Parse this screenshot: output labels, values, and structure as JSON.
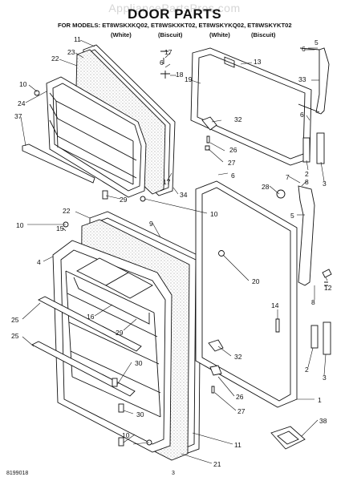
{
  "header": {
    "watermark": "AppliancePartsPros.com",
    "title": "DOOR PARTS",
    "models_line": "FOR MODELS: ET8WSKXKQ02, ET8WSKXKT02, ET8WSKYKQ02, ET8WSKYKT02",
    "colors": [
      "(White)",
      "(Biscuit)",
      "(White)",
      "(Biscuit)"
    ]
  },
  "footer": {
    "doc_number": "8199018",
    "page_number": "3"
  },
  "callouts": [
    {
      "id": "c11a",
      "label": "11"
    },
    {
      "id": "c17a",
      "label": "17"
    },
    {
      "id": "c6a",
      "label": "6"
    },
    {
      "id": "c18",
      "label": "18"
    },
    {
      "id": "c13",
      "label": "13"
    },
    {
      "id": "c19",
      "label": "19"
    },
    {
      "id": "c22a",
      "label": "22"
    },
    {
      "id": "c23",
      "label": "23"
    },
    {
      "id": "c10a",
      "label": "10"
    },
    {
      "id": "c24",
      "label": "24"
    },
    {
      "id": "c37",
      "label": "37"
    },
    {
      "id": "c32a",
      "label": "32"
    },
    {
      "id": "c26a",
      "label": "26"
    },
    {
      "id": "c27a",
      "label": "27"
    },
    {
      "id": "c6b",
      "label": "6"
    },
    {
      "id": "c5a",
      "label": "5"
    },
    {
      "id": "c33",
      "label": "33"
    },
    {
      "id": "c6c",
      "label": "6"
    },
    {
      "id": "c2a",
      "label": "2"
    },
    {
      "id": "c3a",
      "label": "3"
    },
    {
      "id": "c17b",
      "label": "17"
    },
    {
      "id": "c6d",
      "label": "6"
    },
    {
      "id": "c29a",
      "label": "29"
    },
    {
      "id": "c10b",
      "label": "10"
    },
    {
      "id": "c34",
      "label": "34"
    },
    {
      "id": "c28",
      "label": "28"
    },
    {
      "id": "c7",
      "label": "7"
    },
    {
      "id": "c8a",
      "label": "8"
    },
    {
      "id": "c5b",
      "label": "5"
    },
    {
      "id": "c22b",
      "label": "22"
    },
    {
      "id": "c9",
      "label": "9"
    },
    {
      "id": "c10c",
      "label": "10"
    },
    {
      "id": "c15",
      "label": "15"
    },
    {
      "id": "c4",
      "label": "4"
    },
    {
      "id": "c20",
      "label": "20"
    },
    {
      "id": "c12",
      "label": "12"
    },
    {
      "id": "c8b",
      "label": "8"
    },
    {
      "id": "c16",
      "label": "16"
    },
    {
      "id": "c14",
      "label": "14"
    },
    {
      "id": "c25a",
      "label": "25"
    },
    {
      "id": "c29b",
      "label": "29"
    },
    {
      "id": "c25b",
      "label": "25"
    },
    {
      "id": "c30a",
      "label": "30"
    },
    {
      "id": "c32b",
      "label": "32"
    },
    {
      "id": "c2b",
      "label": "2"
    },
    {
      "id": "c3b",
      "label": "3"
    },
    {
      "id": "c26b",
      "label": "26"
    },
    {
      "id": "c1",
      "label": "1"
    },
    {
      "id": "c27b",
      "label": "27"
    },
    {
      "id": "c30b",
      "label": "30"
    },
    {
      "id": "c11b",
      "label": "11"
    },
    {
      "id": "c38",
      "label": "38"
    },
    {
      "id": "c10d",
      "label": "10"
    },
    {
      "id": "c21",
      "label": "21"
    }
  ]
}
